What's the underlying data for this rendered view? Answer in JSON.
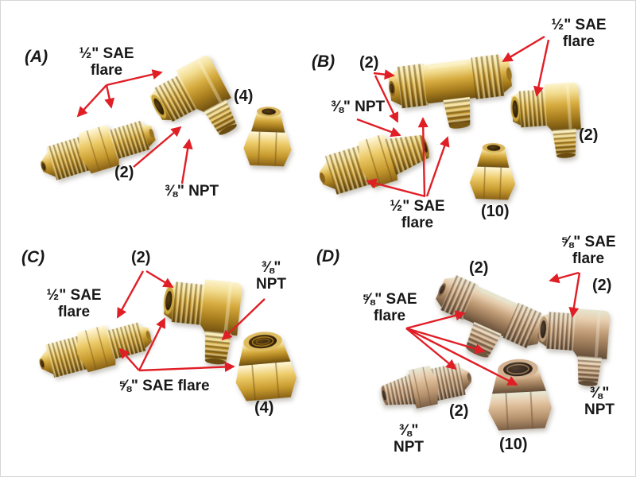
{
  "colors": {
    "arrow_red": "#e01e26",
    "brass": "#d6ab3f",
    "bronze": "#bd9058",
    "text": "#181818",
    "background": "#ffffff"
  },
  "panels": {
    "a": {
      "label": "(A)",
      "flare_label": {
        "line1": "½\" SAE",
        "line2": "flare"
      },
      "union_count": "(2)",
      "npt_label": "⅜\" NPT",
      "nut_count": "(4)"
    },
    "b": {
      "label": "(B)",
      "tee_count": "(2)",
      "flare_label_top": {
        "line1": "½\" SAE",
        "line2": "flare"
      },
      "npt_label": "⅜\" NPT",
      "flare_label_bottom": {
        "line1": "½\" SAE",
        "line2": "flare"
      },
      "nut_count": "(10)",
      "elbow_count": "(2)"
    },
    "c": {
      "label": "(C)",
      "union_count": "(2)",
      "flare_label_half": {
        "line1": "½\" SAE",
        "line2": "flare"
      },
      "npt_label": {
        "line1": "⅜\"",
        "line2": "NPT"
      },
      "flare_label_58": "⅝\" SAE flare",
      "nut_count": "(4)"
    },
    "d": {
      "label": "(D)",
      "tee_count": "(2)",
      "flare_label_right": {
        "line1": "⅝\" SAE",
        "line2": "flare"
      },
      "elbow_count": "(2)",
      "flare_label_left": {
        "line1": "⅝\" SAE",
        "line2": "flare"
      },
      "union_count": "(2)",
      "npt_label_left": {
        "line1": "⅜\"",
        "line2": "NPT"
      },
      "nut_count": "(10)",
      "npt_label_right": {
        "line1": "⅜\"",
        "line2": "NPT"
      }
    }
  }
}
